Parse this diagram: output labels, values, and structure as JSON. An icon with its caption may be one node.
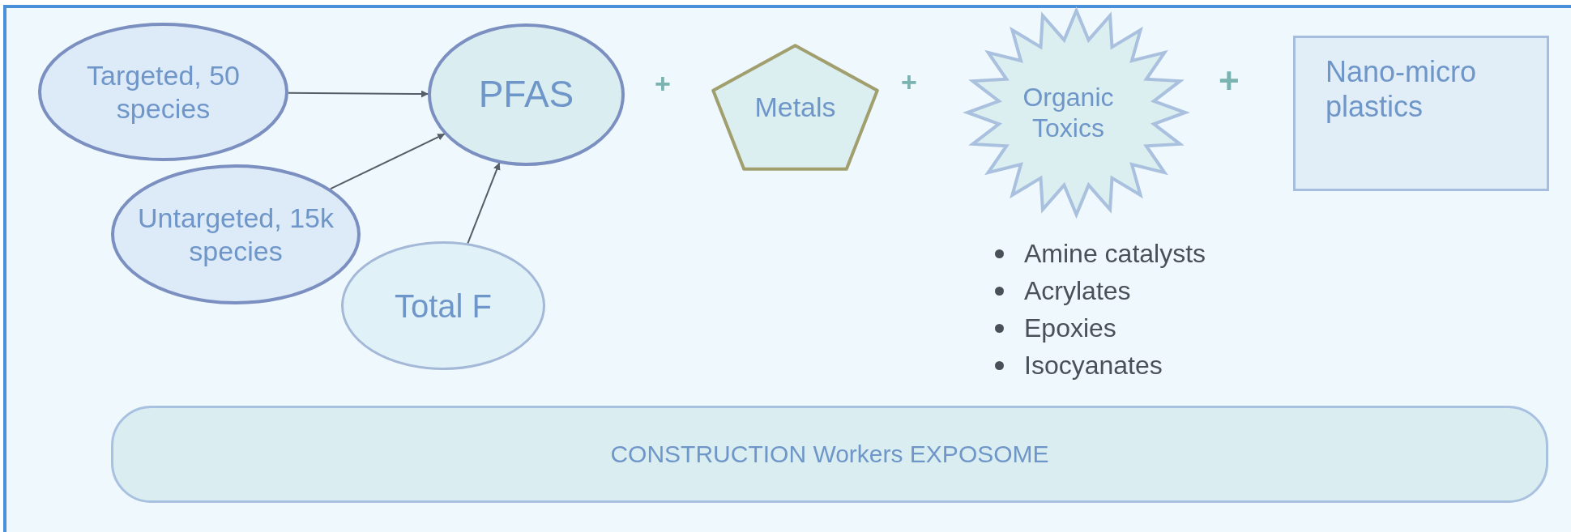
{
  "diagram": {
    "nodes": [
      {
        "text": [
          "Targeted, 50 species"
        ]
      },
      {
        "text": [
          "PFAS"
        ]
      },
      {
        "text": [
          "Untargeted, 15k species"
        ]
      },
      {
        "text": [
          "Total F"
        ]
      },
      {
        "text": [
          "Metals"
        ]
      },
      {
        "text": [
          "Organic Toxics"
        ],
        "beside": [
          "Amine catalysts",
          "Acrylates",
          "Epoxies",
          "Isocyanates"
        ]
      },
      {
        "text": [
          "Nano-micro plastics"
        ]
      },
      {
        "text": [
          "CONSTRUCTION Workers EXPOSOME"
        ]
      }
    ],
    "edges": [
      {
        "from": 0,
        "to": 1,
        "arrow": "to"
      },
      {
        "from": 2,
        "to": 1,
        "arrow": "to"
      },
      {
        "from": 3,
        "to": 1,
        "arrow": "to"
      }
    ],
    "labels": [
      "+",
      "+",
      "+"
    ]
  }
}
